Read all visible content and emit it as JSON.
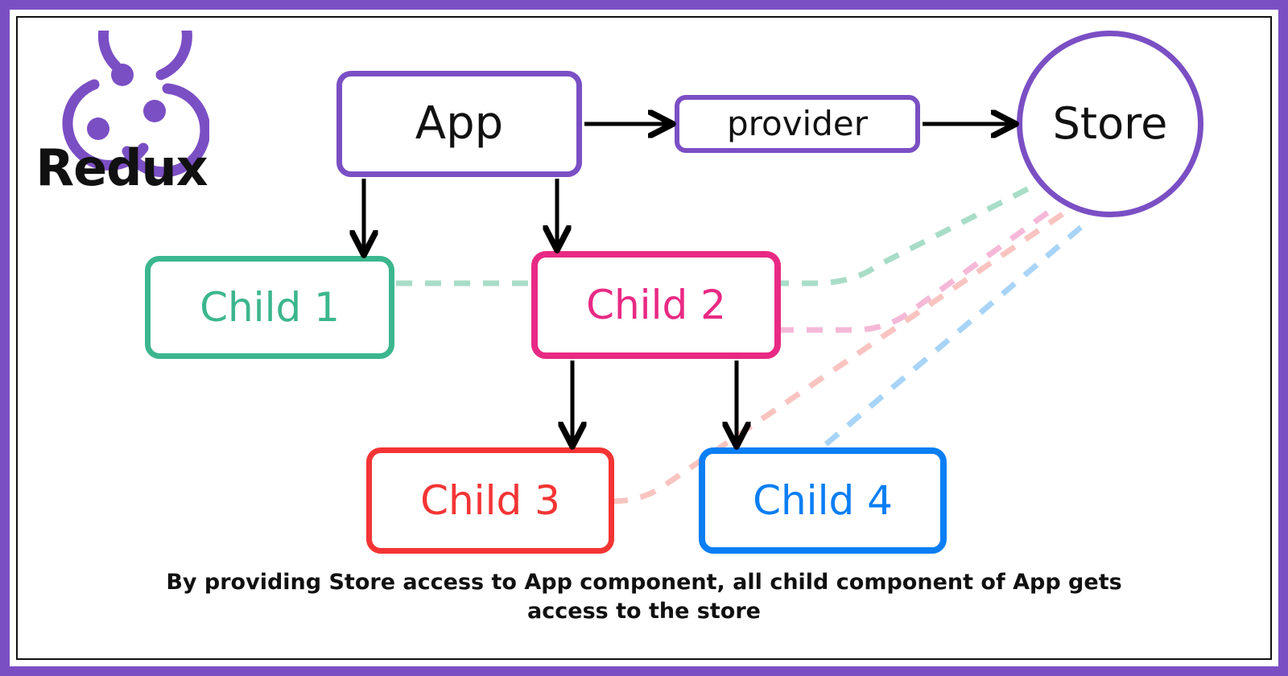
{
  "frame": {
    "outer_border_color": "#7b4fc4",
    "inner_border_color": "#111111",
    "background": "#ffffff"
  },
  "brand": {
    "name": "Redux",
    "logo_icon": "redux-logo-icon",
    "logo_color": "#7b4fc4"
  },
  "nodes": {
    "app": {
      "label": "App",
      "color": "#7b4fc4",
      "shape": "rounded-rect"
    },
    "provider": {
      "label": "provider",
      "color": "#7b4fc4",
      "shape": "rounded-rect"
    },
    "store": {
      "label": "Store",
      "color": "#7b4fc4",
      "shape": "circle"
    },
    "child1": {
      "label": "Child 1",
      "color": "#3cb68e",
      "shape": "rounded-rect"
    },
    "child2": {
      "label": "Child 2",
      "color": "#e82a84",
      "shape": "rounded-rect"
    },
    "child3": {
      "label": "Child 3",
      "color": "#f43434",
      "shape": "rounded-rect"
    },
    "child4": {
      "label": "Child 4",
      "color": "#0b7ef4",
      "shape": "rounded-rect"
    }
  },
  "connections": {
    "solid_arrows": [
      {
        "from": "app",
        "to": "provider",
        "style": "solid",
        "color": "#000000"
      },
      {
        "from": "provider",
        "to": "store",
        "style": "solid",
        "color": "#000000"
      },
      {
        "from": "app",
        "to": "child1",
        "style": "solid",
        "color": "#000000"
      },
      {
        "from": "app",
        "to": "child2",
        "style": "solid",
        "color": "#000000"
      },
      {
        "from": "child2",
        "to": "child3",
        "style": "solid",
        "color": "#000000"
      },
      {
        "from": "child2",
        "to": "child4",
        "style": "solid",
        "color": "#000000"
      }
    ],
    "dashed_links": [
      {
        "from": "child1",
        "to": "store",
        "style": "dashed",
        "color": "#a8ddc8"
      },
      {
        "from": "child2",
        "to": "store",
        "style": "dashed",
        "color": "#f5b8d8"
      },
      {
        "from": "child3",
        "to": "store",
        "style": "dashed",
        "color": "#f9c4c0"
      },
      {
        "from": "child4",
        "to": "store",
        "style": "dashed",
        "color": "#a8d4f7"
      }
    ]
  },
  "caption": {
    "line1": "By providing Store access to App component, all child component of App gets",
    "line2": "access to the store"
  }
}
